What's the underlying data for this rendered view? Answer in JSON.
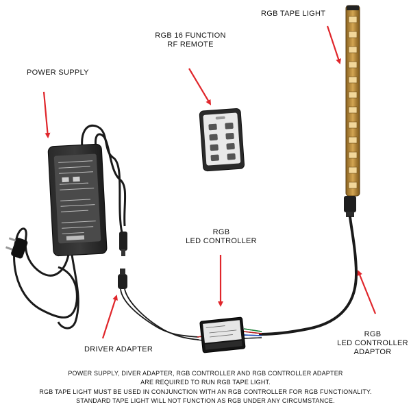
{
  "labels": {
    "rgb_tape_light": "RGB TAPE LIGHT",
    "remote_line1": "RGB 16 FUNCTION",
    "remote_line2": "RF REMOTE",
    "power_supply": "POWER SUPPLY",
    "controller_line1": "RGB",
    "controller_line2": "LED CONTROLLER",
    "driver_adapter": "DRIVER ADAPTER",
    "adaptor_line1": "RGB",
    "adaptor_line2": "LED CONTROLLER",
    "adaptor_line3": "ADAPTOR"
  },
  "footer": {
    "line1": "POWER SUPPLY, DIVER ADAPTER, RGB CONTROLLER AND RGB CONTROLLER ADAPTER",
    "line2": "ARE REQUIRED TO RUN RGB TAPE LIGHT.",
    "line3": "RGB TAPE LIGHT MUST BE USED IN CONJUNCTION WITH AN RGB CONTROLLER FOR RGB FUNCTIONALITY.",
    "line4": "STANDARD TAPE LIGHT WILL NOT FUNCTION AS RGB UNDER ANY CIRCUMSTANCE."
  },
  "colors": {
    "arrow": "#e0262b",
    "tape": "#b88a3c",
    "wire": "#1a1a1a"
  }
}
